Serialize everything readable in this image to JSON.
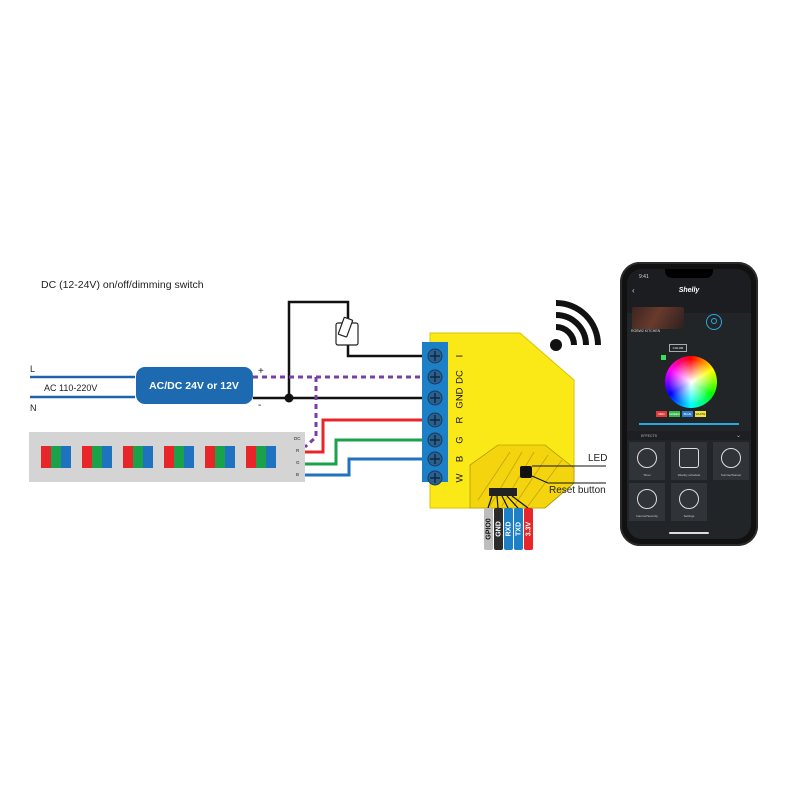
{
  "caption": "DC (12-24V) on/off/dimming switch",
  "mains": {
    "line": "L",
    "neutral": "N",
    "voltage": "AC 110-220V"
  },
  "psu": {
    "label": "AC/DC 24V or 12V",
    "plus": "+",
    "minus": "-"
  },
  "strip_pins": [
    "DC",
    "R",
    "G",
    "B"
  ],
  "terminals": [
    "I",
    "DC",
    "GND",
    "R",
    "G",
    "B",
    "W"
  ],
  "header_pins": [
    "GPIO0",
    "GND",
    "RXD",
    "TXD",
    "3.3V"
  ],
  "callouts": {
    "led": "LED",
    "reset": "Reset button"
  },
  "colors": {
    "device": "#fbe817",
    "terminal": "#1d7fc6",
    "red_wire": "#e8262a",
    "green_wire": "#1aa24a",
    "blue_wire": "#1e72c0",
    "dc_wire": "#7b3fa3",
    "psu": "#1d6ab0"
  },
  "phone": {
    "time": "9:41",
    "brand": "Shelly",
    "device_name": "RGBW2 KITCHEN",
    "color_button": "COLOR",
    "chips": [
      "RED",
      "GREEN",
      "BLUE",
      "WHITE"
    ],
    "effects_label": "EFFECTS",
    "tiles": [
      "Timer",
      "Weekly schedule",
      "Sunrise/Sunset",
      "Internet/Security",
      "Settings"
    ]
  }
}
